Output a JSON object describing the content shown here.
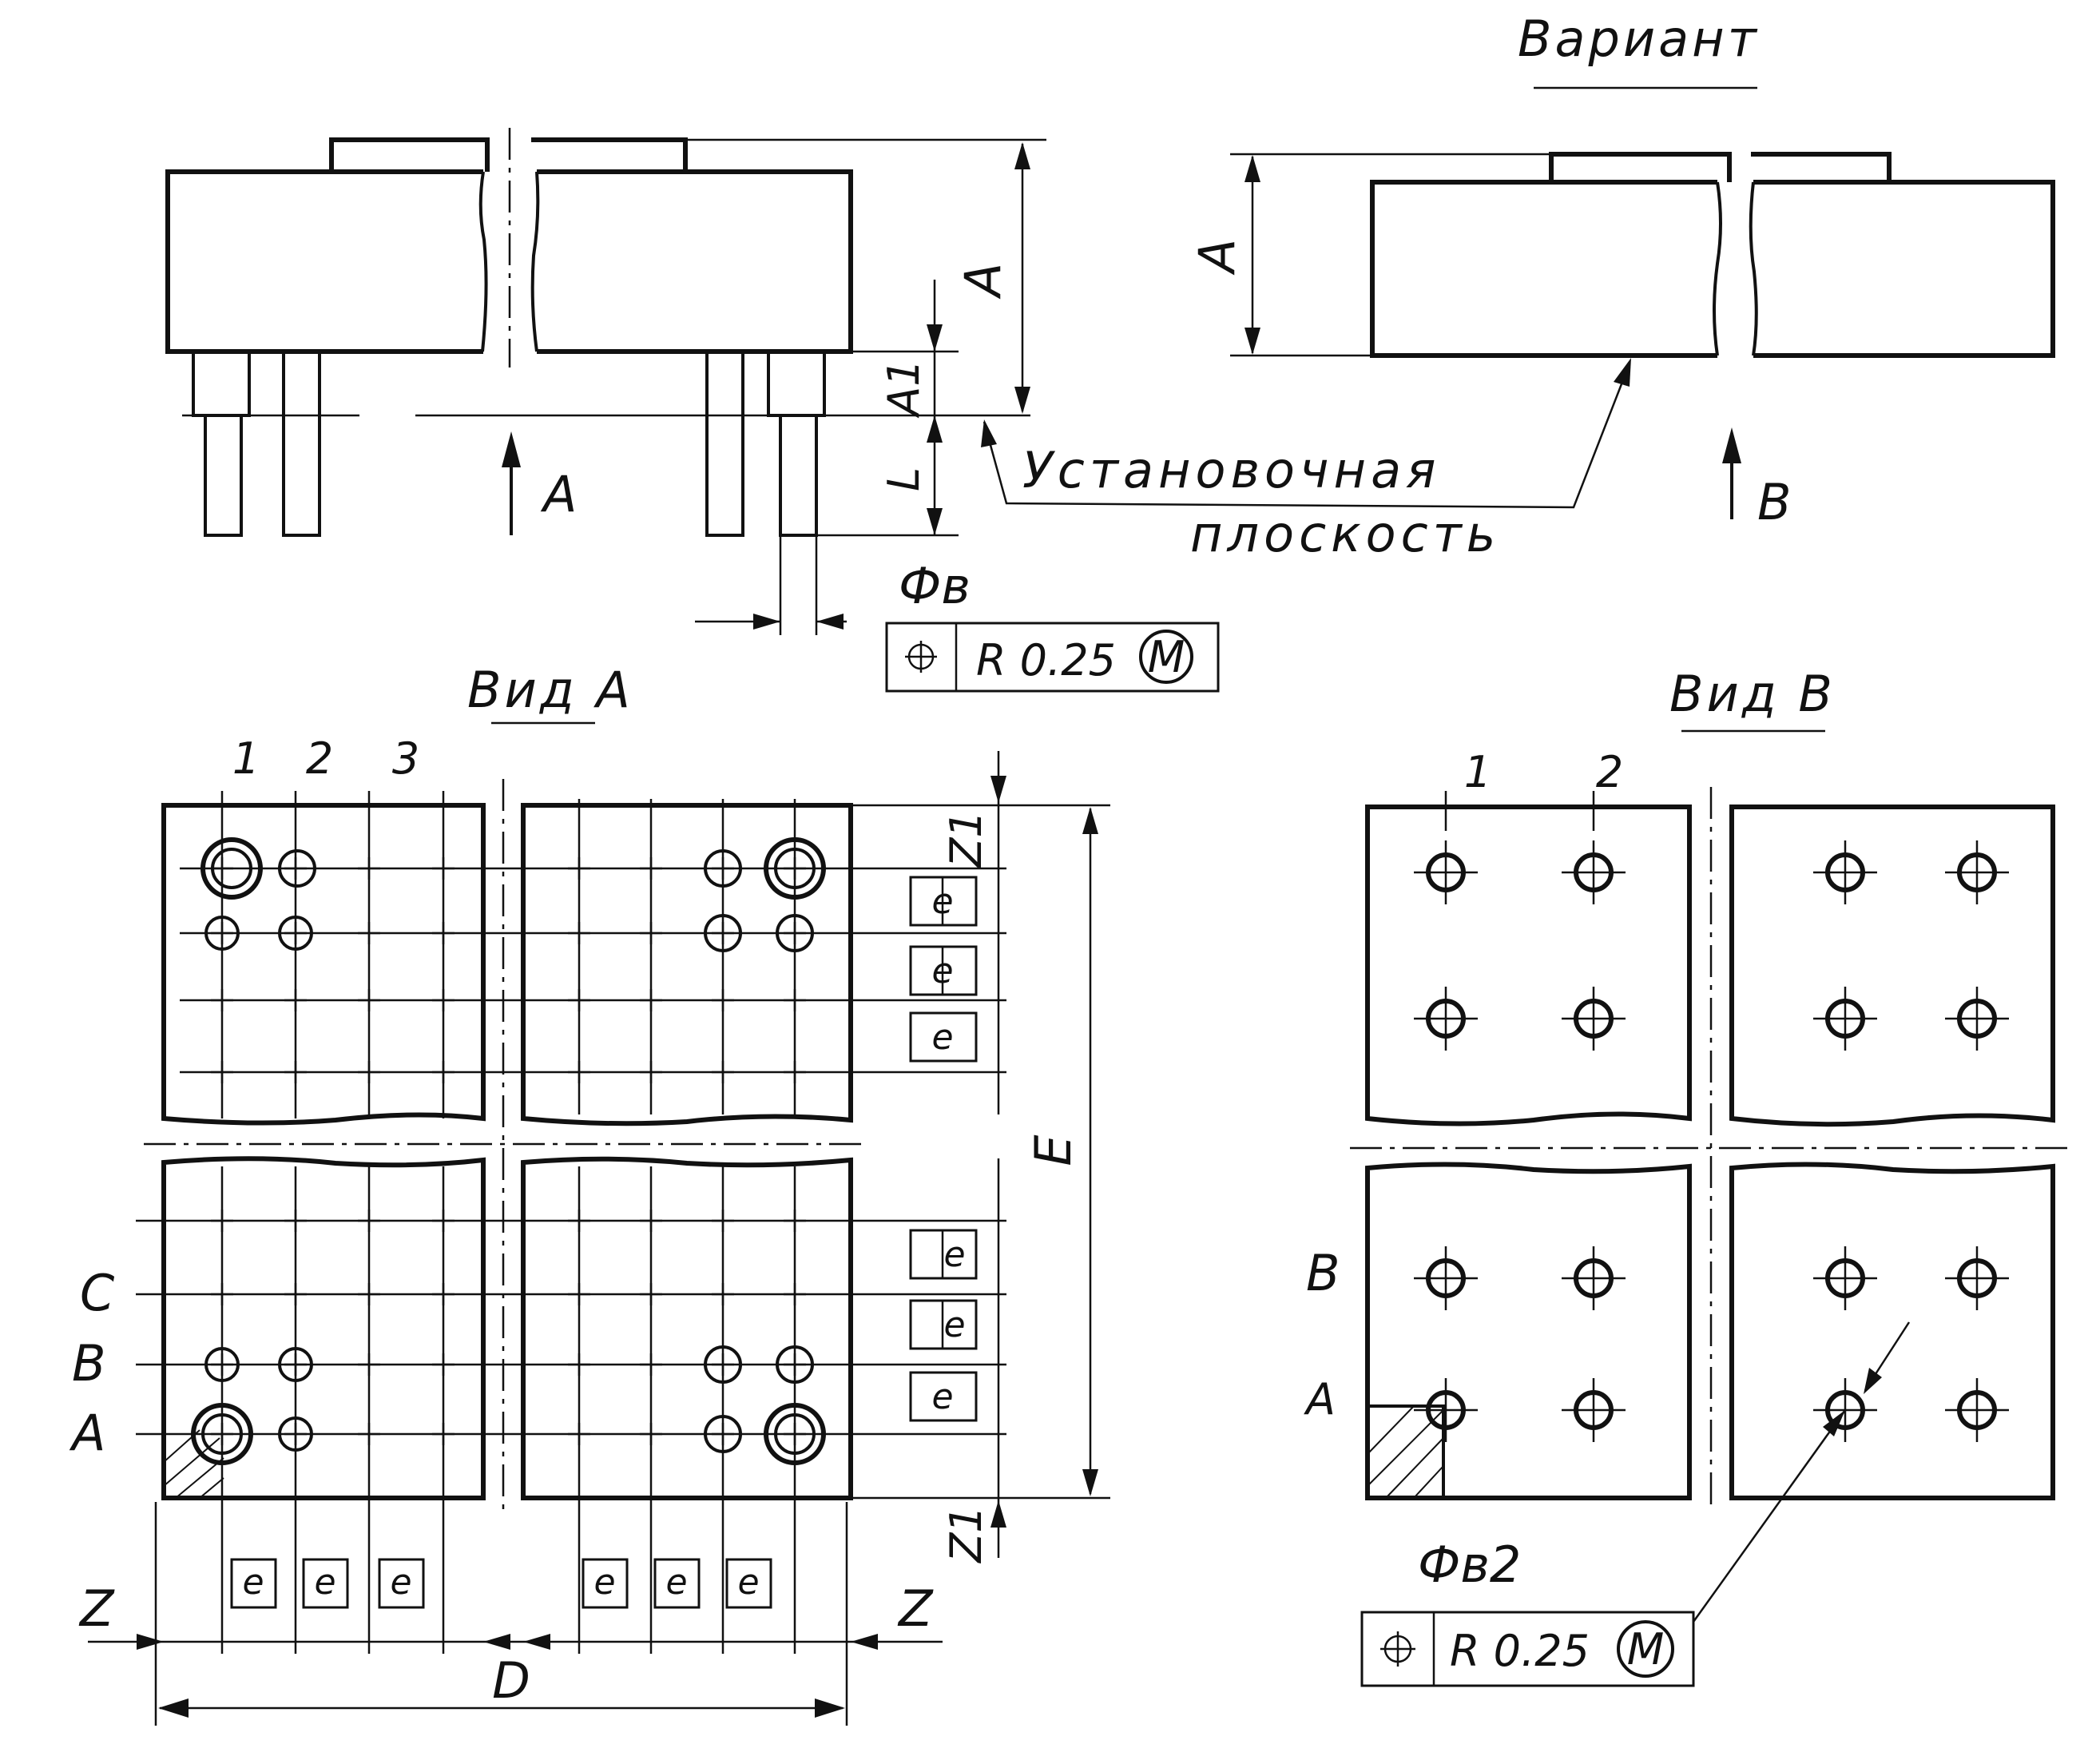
{
  "texts": {
    "variant_title": "Вариант",
    "view_a_title": "Вид А",
    "view_b_title": "Вид В",
    "dim_A_left": "A",
    "dim_A_right": "A",
    "dim_A1": "A1",
    "dim_L": "L",
    "arrow_view_A": "A",
    "arrow_view_B": "B",
    "mounting_plane_line1": "Установочная",
    "mounting_plane_line2": "плоскость",
    "dia_b": "Фв",
    "dia_b2": "Фв2",
    "dim_D": "D",
    "dim_E": "E",
    "dim_Z_left": "Z",
    "dim_Z_right": "Z",
    "dim_Z1_top": "Z1",
    "dim_Z1_bottom": "Z1",
    "e": "e"
  },
  "tolerance_frame_A": {
    "symbol": "⊕",
    "value": "R 0.25",
    "modifier": "M"
  },
  "tolerance_frame_B": {
    "symbol": "⊕",
    "value": "R 0.25",
    "modifier": "M"
  },
  "view_a": {
    "column_labels": [
      "1",
      "2",
      "3"
    ],
    "row_labels": [
      "C",
      "B",
      "A"
    ]
  },
  "view_b": {
    "column_labels": [
      "1",
      "2"
    ],
    "row_labels": [
      "B",
      "A"
    ]
  }
}
